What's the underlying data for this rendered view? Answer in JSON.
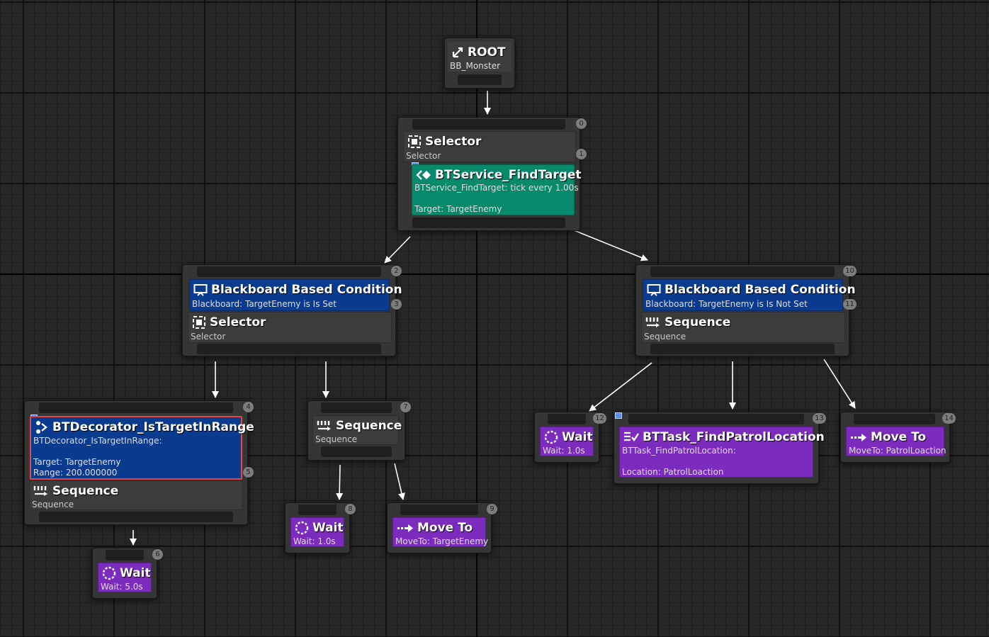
{
  "graph": {
    "root": {
      "title": "ROOT",
      "subtitle": "BB_Monster"
    },
    "top_selector": {
      "index": "0",
      "composite": {
        "title": "Selector",
        "subtitle": "Selector"
      },
      "service": {
        "index": "1",
        "title": "BTService_FindTarget",
        "line1": "BTService_FindTarget: tick every 1.00s",
        "line2": "Target: TargetEnemy"
      }
    },
    "left_branch": {
      "index": "2",
      "decorator": {
        "title": "Blackboard Based Condition",
        "subtitle": "Blackboard: TargetEnemy is Is Set"
      },
      "composite": {
        "index": "3",
        "title": "Selector",
        "subtitle": "Selector"
      }
    },
    "attack_sequence": {
      "index": "4",
      "decorator": {
        "title": "BTDecorator_IsTargetInRange",
        "line1": "BTDecorator_IsTargetInRange:",
        "line2": "Target: TargetEnemy",
        "line3": "Range: 200.000000"
      },
      "composite": {
        "index": "5",
        "title": "Sequence",
        "subtitle": "Sequence"
      }
    },
    "wait_5": {
      "index": "6",
      "title": "Wait",
      "subtitle": "Wait: 5.0s"
    },
    "chase_sequence": {
      "index": "7",
      "title": "Sequence",
      "subtitle": "Sequence"
    },
    "wait_chase": {
      "index": "8",
      "title": "Wait",
      "subtitle": "Wait: 1.0s"
    },
    "move_to_target": {
      "index": "9",
      "title": "Move To",
      "subtitle": "MoveTo: TargetEnemy"
    },
    "right_branch": {
      "index": "10",
      "decorator": {
        "title": "Blackboard Based Condition",
        "subtitle": "Blackboard: TargetEnemy is Is Not Set"
      },
      "composite": {
        "index": "11",
        "title": "Sequence",
        "subtitle": "Sequence"
      }
    },
    "wait_patrol": {
      "index": "12",
      "title": "Wait",
      "subtitle": "Wait: 1.0s"
    },
    "find_patrol": {
      "index": "13",
      "title": "BTTask_FindPatrolLocation",
      "line1": "BTTask_FindPatrolLocation:",
      "line2": "Location: PatrolLoaction"
    },
    "move_to_patrol": {
      "index": "14",
      "title": "Move To",
      "subtitle": "MoveTo: PatrolLoaction"
    }
  },
  "colors": {
    "composite": "#3c3c3c",
    "decorator": "#0b3b8f",
    "service": "#078a6b",
    "task": "#7b2cbf",
    "selected_outline": "#e24646"
  },
  "icons": {
    "root": "root-icon",
    "selector": "selector-icon",
    "sequence": "sequence-icon",
    "service": "service-icon",
    "decorator": "blackboard-icon",
    "wait": "wait-icon",
    "move_to": "move-to-icon",
    "task": "task-icon"
  }
}
